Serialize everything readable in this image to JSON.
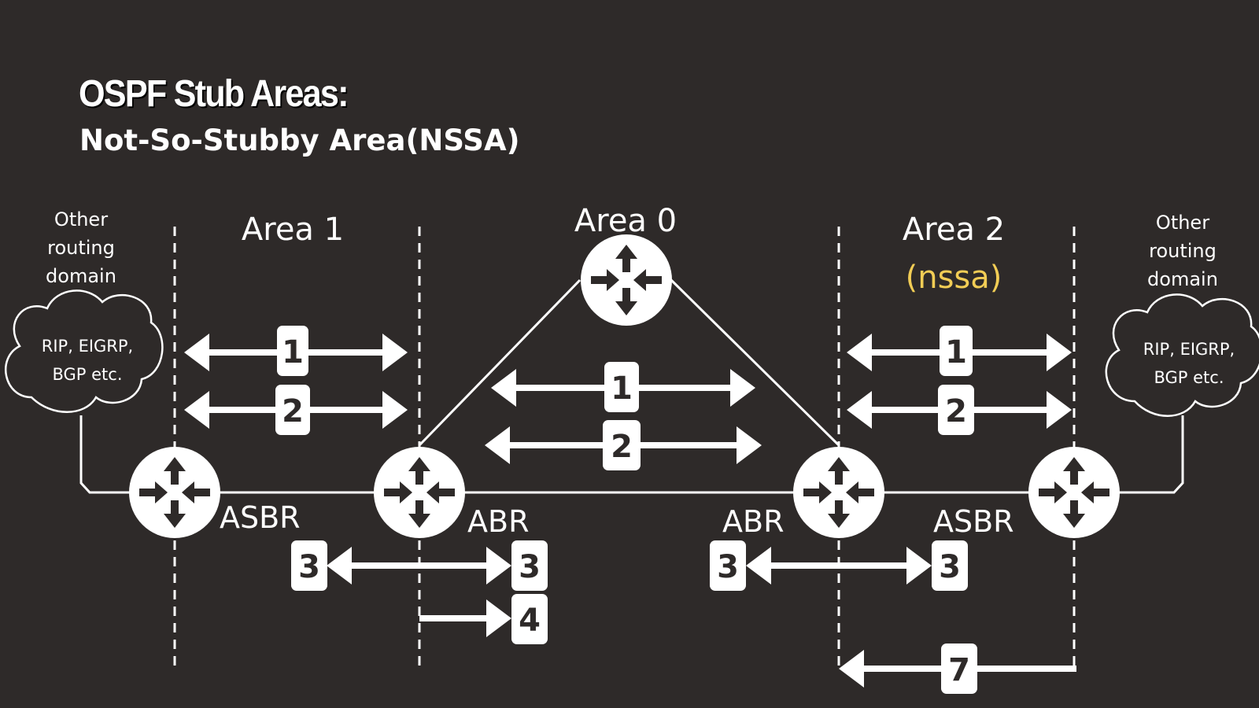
{
  "header": {
    "title": "OSPF  Stub Areas:",
    "subtitle": "Not-So-Stubby Area(NSSA)"
  },
  "areas": {
    "area1": "Area 1",
    "area0": "Area 0",
    "area2": "Area 2",
    "area2_note": "(nssa)"
  },
  "domains": {
    "left": {
      "line1": "Other",
      "line2": "routing",
      "line3": "domain",
      "proto1": "RIP, EIGRP,",
      "proto2": "BGP etc."
    },
    "right": {
      "line1": "Other",
      "line2": "routing",
      "line3": "domain",
      "proto1": "RIP, EIGRP,",
      "proto2": "BGP etc."
    }
  },
  "routers": {
    "asbr_left": "ASBR",
    "abr_left": "ABR",
    "abr_right": "ABR",
    "asbr_right": "ASBR"
  },
  "lsa_badges": {
    "a1_type1": "1",
    "a1_type2": "2",
    "a0_type1": "1",
    "a0_type2": "2",
    "a2_type1": "1",
    "a2_type2": "2",
    "a1_type3_left": "3",
    "a1_type3_right": "3",
    "a1_type4": "4",
    "a2_type3_left": "3",
    "a2_type3_right": "3",
    "a2_type7": "7"
  },
  "colors": {
    "background": "#2e2a29",
    "foreground": "#ffffff",
    "nssa_accent": "#f2cd55"
  }
}
